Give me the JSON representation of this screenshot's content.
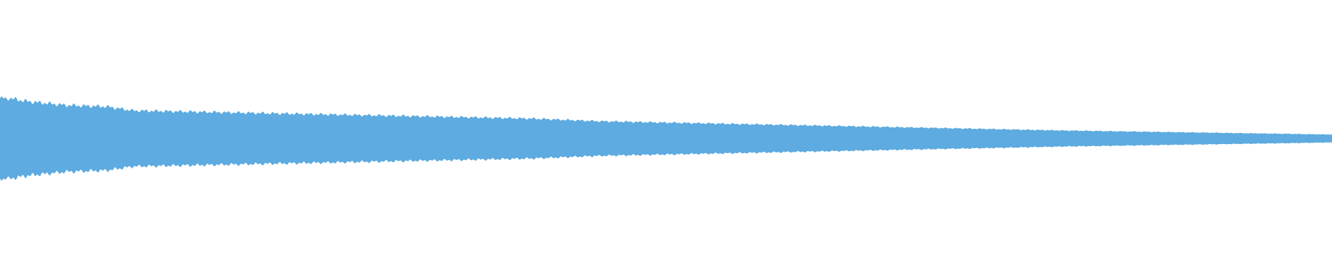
{
  "waveform": {
    "color": "#5dabe0",
    "background": "#ffffff",
    "envelope": [
      [
        0.0,
        0.6
      ],
      [
        0.003,
        0.62
      ],
      [
        0.02,
        0.56
      ],
      [
        0.05,
        0.5
      ],
      [
        0.08,
        0.48
      ],
      [
        0.1,
        0.42
      ],
      [
        0.15,
        0.4
      ],
      [
        0.2,
        0.38
      ],
      [
        0.3,
        0.34
      ],
      [
        0.4,
        0.3
      ],
      [
        0.45,
        0.26
      ],
      [
        0.5,
        0.24
      ],
      [
        0.6,
        0.2
      ],
      [
        0.7,
        0.16
      ],
      [
        0.8,
        0.12
      ],
      [
        0.9,
        0.09
      ],
      [
        1.0,
        0.06
      ]
    ]
  }
}
